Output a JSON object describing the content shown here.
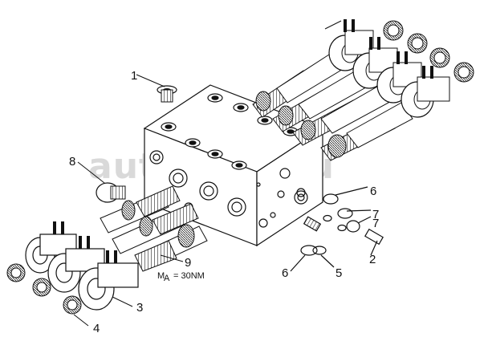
{
  "watermark": "autopiter.ru",
  "torque_note": {
    "symbol": "M",
    "subscript": "A",
    "value": "= 30NM"
  },
  "callouts": [
    "1",
    "2",
    "3",
    "4",
    "5",
    "6",
    "6",
    "7",
    "7",
    "8",
    "9"
  ]
}
